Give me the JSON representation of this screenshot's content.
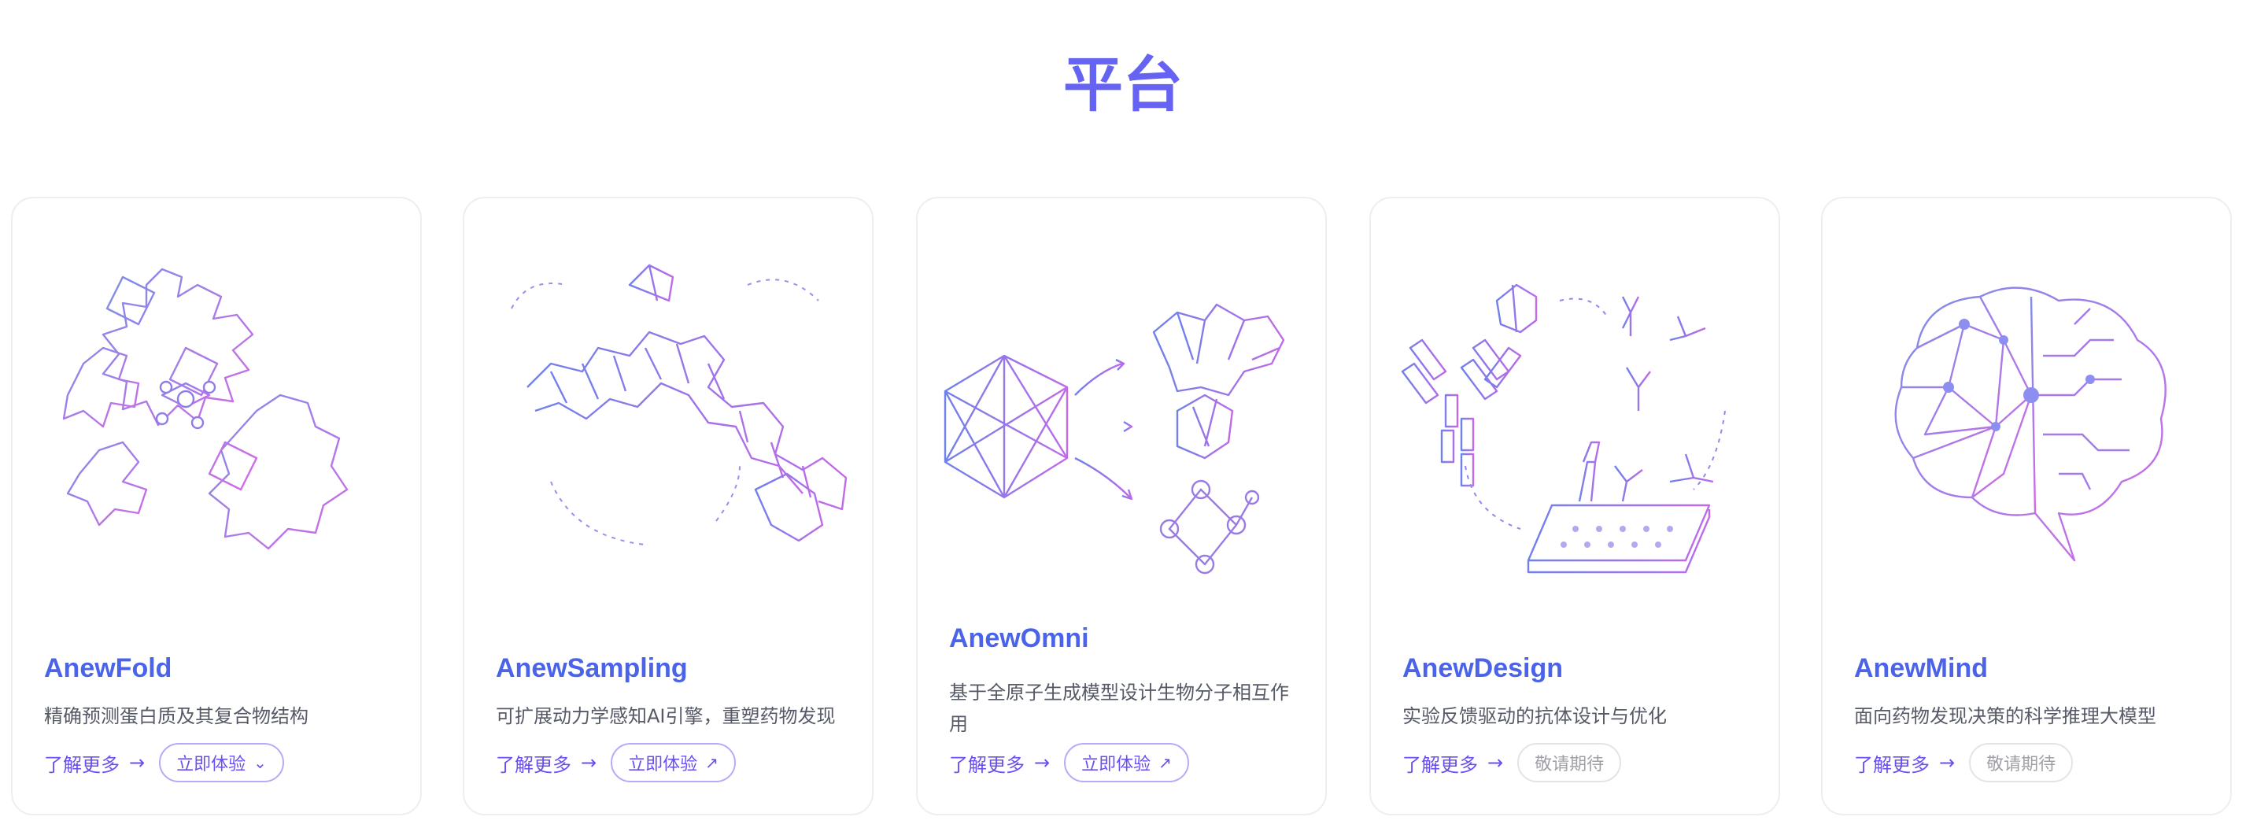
{
  "page": {
    "title": "平台"
  },
  "cards": [
    {
      "name": "AnewFold",
      "desc": "精确预测蛋白质及其复合物结构",
      "learn_more": "了解更多",
      "arrow": "→",
      "action": "立即体验",
      "action_glyph": "⌄"
    },
    {
      "name": "AnewSampling",
      "desc": "可扩展动力学感知AI引擎，重塑药物发现",
      "learn_more": "了解更多",
      "arrow": "→",
      "action": "立即体验",
      "action_glyph": "↗"
    },
    {
      "name": "AnewOmni",
      "desc": "基于全原子生成模型设计生物分子相互作用",
      "learn_more": "了解更多",
      "arrow": "→",
      "action": "立即体验",
      "action_glyph": "↗"
    },
    {
      "name": "AnewDesign",
      "desc": "实验反馈驱动的抗体设计与优化",
      "learn_more": "了解更多",
      "arrow": "→",
      "action": "敬请期待"
    },
    {
      "name": "AnewMind",
      "desc": "面向药物发现决策的科学推理大模型",
      "learn_more": "了解更多",
      "arrow": "→",
      "action": "敬请期待"
    }
  ],
  "colors": {
    "accent": "#4a63e8",
    "accent_purple": "#6b4ef0",
    "art_blue": "#6d7fe8",
    "art_pink": "#d46be8"
  }
}
